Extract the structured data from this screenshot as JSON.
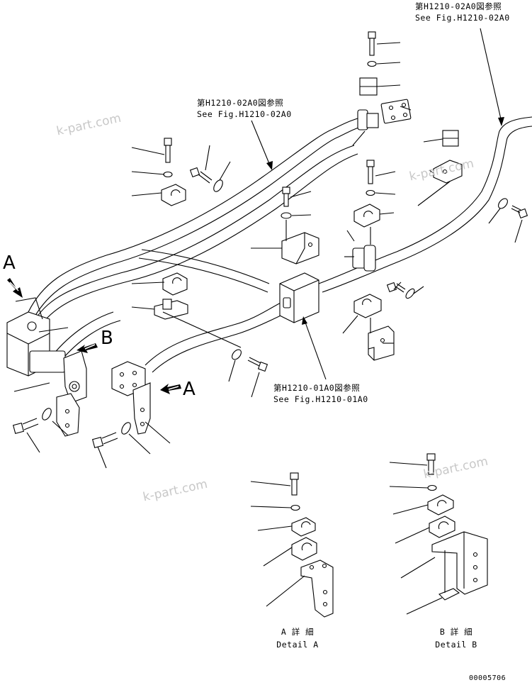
{
  "references": [
    {
      "id": "ref-top-right",
      "jp": "第H1210-02A0図参照",
      "en": "See Fig.H1210-02A0"
    },
    {
      "id": "ref-top-mid",
      "jp": "第H1210-02A0図参照",
      "en": "See Fig.H1210-02A0"
    },
    {
      "id": "ref-bottom-mid",
      "jp": "第H1210-01A0図参照",
      "en": "See Fig.H1210-01A0"
    }
  ],
  "view_markers": {
    "a1": "A",
    "b": "B",
    "a2": "A"
  },
  "details": {
    "a": {
      "jp": "A 詳 細",
      "en": "Detail A"
    },
    "b": {
      "jp": "B 詳 細",
      "en": "Detail B"
    }
  },
  "watermark": "k-part.com",
  "page_number": "00005706"
}
